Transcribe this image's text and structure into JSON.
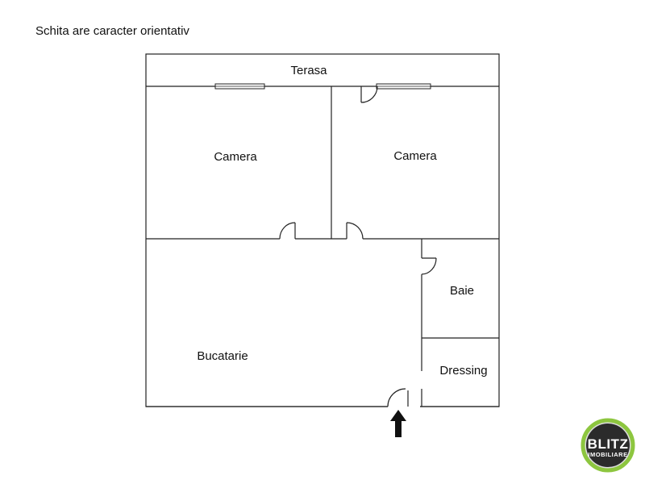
{
  "note": "Schita are caracter orientativ",
  "rooms": {
    "terasa": "Terasa",
    "camera_left": "Camera",
    "camera_right": "Camera",
    "bucatarie": "Bucatarie",
    "baie": "Baie",
    "dressing": "Dressing"
  },
  "logo": {
    "line1": "BLITZ",
    "line2": "IMOBILIARE",
    "ring_color": "#8dc63f",
    "body_color": "#2b2b2b"
  }
}
